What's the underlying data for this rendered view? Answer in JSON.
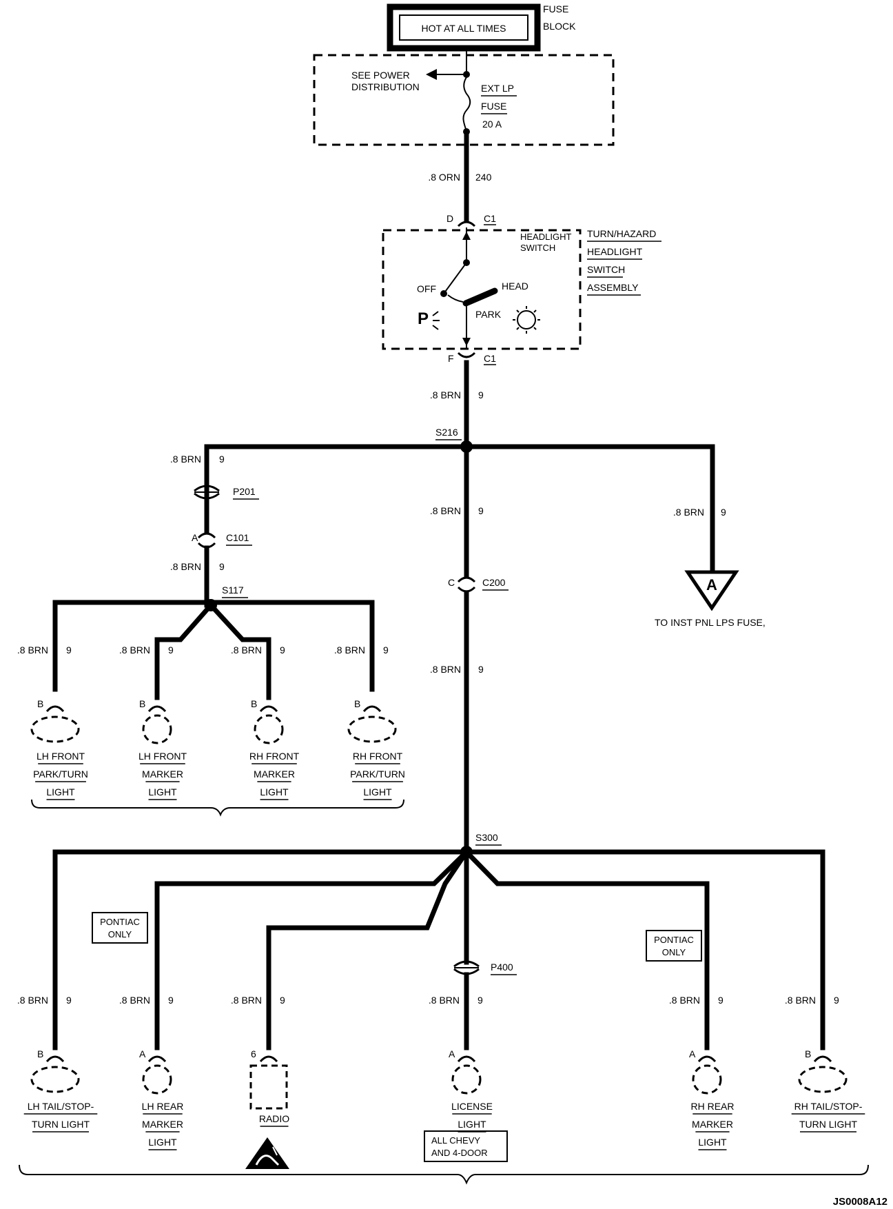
{
  "fuse_block": {
    "hot_label": "HOT AT ALL TIMES",
    "fuse_label_1": "FUSE",
    "fuse_label_2": "BLOCK"
  },
  "power_dist": {
    "see_label_1": "SEE POWER",
    "see_label_2": "DISTRIBUTION",
    "fuse_name_1": "EXT LP",
    "fuse_name_2": "FUSE",
    "fuse_rating": "20 A"
  },
  "wire_main": {
    "size": ".8 ORN",
    "circuit": "240"
  },
  "switch": {
    "pin_in": "D",
    "conn_in": "C1",
    "pin_out": "F",
    "conn_out": "C1",
    "inner_label_1": "HEADLIGHT",
    "inner_label_2": "SWITCH",
    "off_label": "OFF",
    "head_label": "HEAD",
    "park_label": "PARK",
    "p_symbol": "P",
    "assembly_1": "TURN/HAZARD",
    "assembly_2": "HEADLIGHT",
    "assembly_3": "SWITCH",
    "assembly_4": "ASSEMBLY"
  },
  "wire_brn": {
    "size": ".8 BRN",
    "circuit": "9"
  },
  "splices": {
    "s216": "S216",
    "s117": "S117",
    "s300": "S300"
  },
  "connectors": {
    "p201": "P201",
    "c101_pin": "A",
    "c101": "C101",
    "c200_pin": "C",
    "c200": "C200",
    "p400": "P400"
  },
  "ref_a": {
    "letter": "A",
    "label": "TO INST PNL LPS FUSE,"
  },
  "front_lights": [
    {
      "pin": "B",
      "line1": "LH FRONT",
      "line2": "PARK/TURN",
      "line3": "LIGHT"
    },
    {
      "pin": "B",
      "line1": "LH FRONT",
      "line2": "MARKER",
      "line3": "LIGHT"
    },
    {
      "pin": "B",
      "line1": "RH FRONT",
      "line2": "MARKER",
      "line3": "LIGHT"
    },
    {
      "pin": "B",
      "line1": "RH FRONT",
      "line2": "PARK/TURN",
      "line3": "LIGHT"
    }
  ],
  "rear_lights": [
    {
      "pin": "B",
      "line1": "LH TAIL/STOP-",
      "line2": "TURN LIGHT",
      "line3": ""
    },
    {
      "pin": "A",
      "line1": "LH REAR",
      "line2": "MARKER",
      "line3": "LIGHT"
    },
    {
      "pin": "6",
      "line1": "RADIO",
      "line2": "",
      "line3": ""
    },
    {
      "pin": "A",
      "line1": "LICENSE",
      "line2": "LIGHT",
      "line3": ""
    },
    {
      "pin": "A",
      "line1": "RH REAR",
      "line2": "MARKER",
      "line3": "LIGHT"
    },
    {
      "pin": "B",
      "line1": "RH TAIL/STOP-",
      "line2": "TURN LIGHT",
      "line3": ""
    }
  ],
  "notes": {
    "pontiac_1": "PONTIAC",
    "pontiac_2": "ONLY",
    "chevy_1": "ALL CHEVY",
    "chevy_2": "AND 4-DOOR"
  },
  "figure_id": "JS0008A12"
}
